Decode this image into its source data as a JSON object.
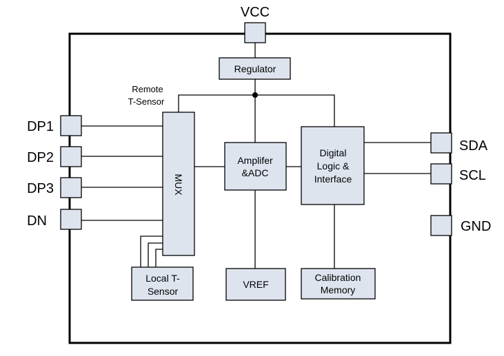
{
  "pins": {
    "vcc": "VCC",
    "dp1": "DP1",
    "dp2": "DP2",
    "dp3": "DP3",
    "dn": "DN",
    "sda": "SDA",
    "scl": "SCL",
    "gnd": "GND"
  },
  "blocks": {
    "regulator": "Regulator",
    "mux": "MUX",
    "amplifier": [
      "Amplifer",
      "&ADC"
    ],
    "digital_logic": [
      "Digital",
      "Logic &",
      "Interface"
    ],
    "local_sensor": [
      "Local T-",
      "Sensor"
    ],
    "vref": "VREF",
    "calibration": [
      "Calibration",
      "Memory"
    ]
  },
  "annotations": {
    "remote_sensor": [
      "Remote",
      "T-Sensor"
    ]
  }
}
